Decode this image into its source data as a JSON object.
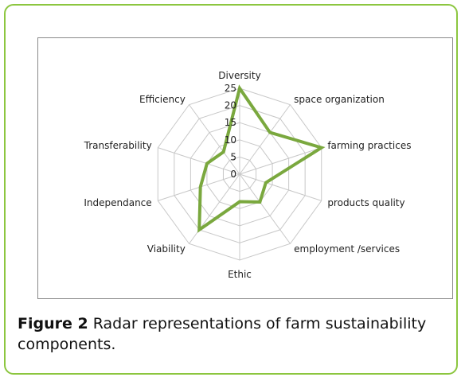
{
  "caption": {
    "label": "Figure 2",
    "text": " Radar representations of farm sustainability components."
  },
  "chart_data": {
    "type": "radar",
    "categories": [
      "Diversity",
      "space organization",
      "farming practices",
      "products quality",
      "employment /services",
      "Ethic",
      "Viability",
      "Independance",
      "Transferability",
      "Efficiency"
    ],
    "values": [
      25,
      15,
      25,
      8,
      10,
      8,
      20,
      12,
      10,
      8
    ],
    "ticks": [
      0,
      5,
      10,
      15,
      20,
      25
    ],
    "rlim": [
      0,
      25
    ],
    "line_color": "#7aa83e",
    "grid_color": "#c8c8c8"
  }
}
